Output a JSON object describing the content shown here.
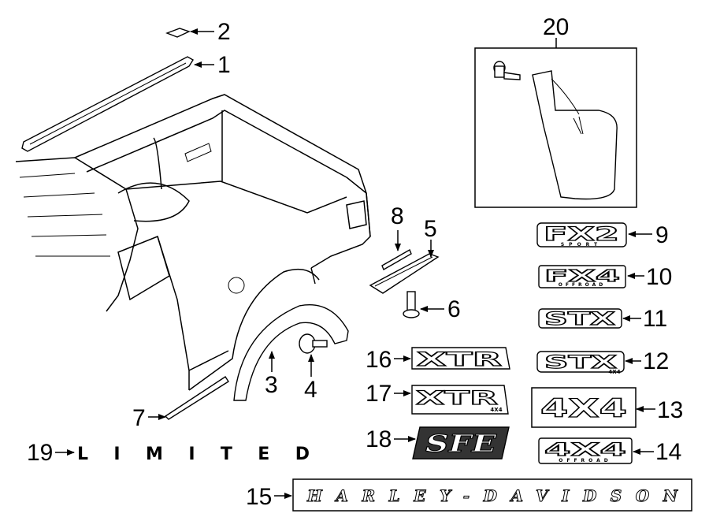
{
  "callouts": {
    "c1": "1",
    "c2": "2",
    "c3": "3",
    "c4": "4",
    "c5": "5",
    "c6": "6",
    "c7": "7",
    "c8": "8",
    "c9": "9",
    "c10": "10",
    "c11": "11",
    "c12": "12",
    "c13": "13",
    "c14": "14",
    "c15": "15",
    "c16": "16",
    "c17": "17",
    "c18": "18",
    "c19": "19",
    "c20": "20"
  },
  "emblems": {
    "fx2": "FX2",
    "fx2_sub": "SPORT",
    "fx4": "FX4",
    "offroad": "OFFROAD",
    "stx": "STX",
    "stx_4x4": "4X4",
    "x4": "4X4",
    "xtr": "XTR",
    "xtr_4x4": "4X4",
    "sfe": "SFE",
    "limited": "LIMITED",
    "harley": "HARLEY-DAVIDSON"
  },
  "icons": [
    "arrow-left-icon",
    "arrow-up-icon",
    "arrow-down-icon"
  ]
}
